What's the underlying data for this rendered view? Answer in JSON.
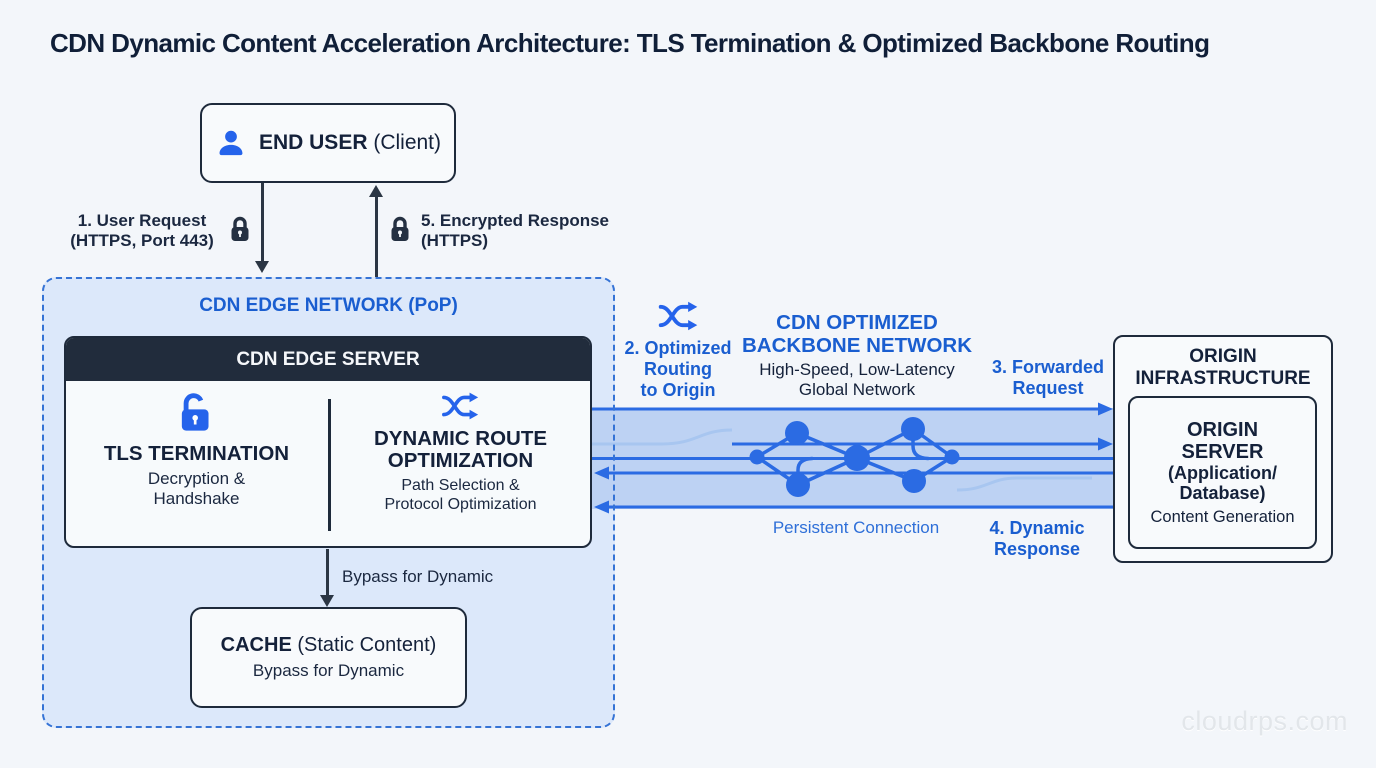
{
  "title": "CDN Dynamic Content Acceleration Architecture: TLS Termination & Optimized Backbone Routing",
  "end_user": {
    "name": "END USER",
    "qualifier": " (Client)"
  },
  "labels": {
    "step1": [
      "1. User Request",
      "(HTTPS, Port 443)"
    ],
    "step5": [
      "5. Encrypted Response",
      "(HTTPS)"
    ],
    "step2": [
      "2. Optimized",
      "Routing",
      "to Origin"
    ],
    "step3": [
      "3. Forwarded",
      "Request"
    ],
    "step4": [
      "4. Dynamic",
      "Response"
    ],
    "persistent": "Persistent Connection",
    "bypass_arrow": "Bypass for Dynamic"
  },
  "edge_network": {
    "title": "CDN EDGE NETWORK (PoP)"
  },
  "edge_server": {
    "title": "CDN EDGE SERVER",
    "tls": {
      "title": "TLS TERMINATION",
      "subtitle": [
        "Decryption &",
        "Handshake"
      ]
    },
    "route": {
      "title": [
        "DYNAMIC ROUTE",
        "OPTIMIZATION"
      ],
      "subtitle": [
        "Path Selection &",
        "Protocol Optimization"
      ]
    }
  },
  "cache": {
    "name": "CACHE",
    "qualifier": " (Static Content)",
    "subtitle": "Bypass for Dynamic"
  },
  "backbone": {
    "title": [
      "CDN OPTIMIZED",
      "BACKBONE NETWORK"
    ],
    "subtitle": [
      "High-Speed, Low-Latency",
      "Global Network"
    ]
  },
  "origin": {
    "title": [
      "ORIGIN",
      "INFRASTRUCTURE"
    ],
    "server_title": [
      "ORIGIN",
      "SERVER"
    ],
    "server_qualifier": [
      "(Application/",
      "Database)"
    ],
    "server_subtitle": "Content Generation"
  },
  "watermark": "cloudrps.com",
  "colors": {
    "accent_blue": "#2563eb",
    "heading_blue": "#1a5ed0",
    "dark_navy": "#1e2a3b",
    "band_fill": "#bdd2f3",
    "edge_network_fill": "#dce8fa"
  }
}
